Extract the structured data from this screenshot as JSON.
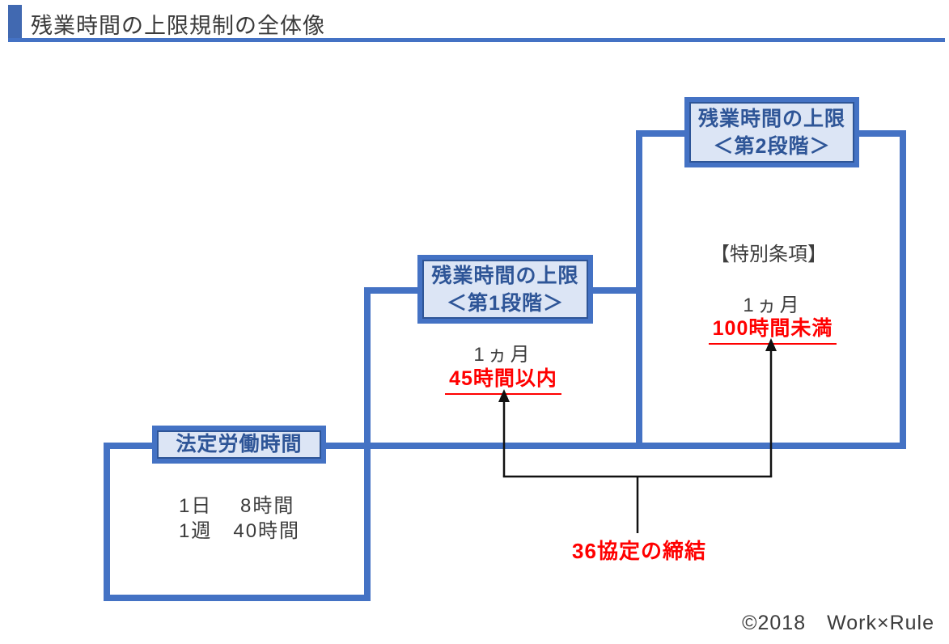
{
  "page": {
    "title": "残業時間の上限規制の全体像",
    "copyright": "©2018　Work×Rule"
  },
  "colors": {
    "accent_blue": "#4472C4",
    "dark_blue": "#2E5597",
    "box_fill": "#DCE5F5",
    "alert_red": "#FF0000",
    "text_dark": "#3C3C3C"
  },
  "diagram": {
    "statutory": {
      "label": "法定労働時間",
      "detail_line1": "1日　 8時間",
      "detail_line2": "1週　40時間"
    },
    "stage1": {
      "label_line1": "残業時間の上限",
      "label_line2": "＜第1段階＞",
      "period": "1ヵ月",
      "limit": "45時間以内"
    },
    "stage2": {
      "label_line1": "残業時間の上限",
      "label_line2": "＜第2段階＞",
      "special_clause": "【特別条項】",
      "period": "1ヵ月",
      "limit": "100時間未満"
    },
    "agreement_label": "36協定の締結"
  }
}
